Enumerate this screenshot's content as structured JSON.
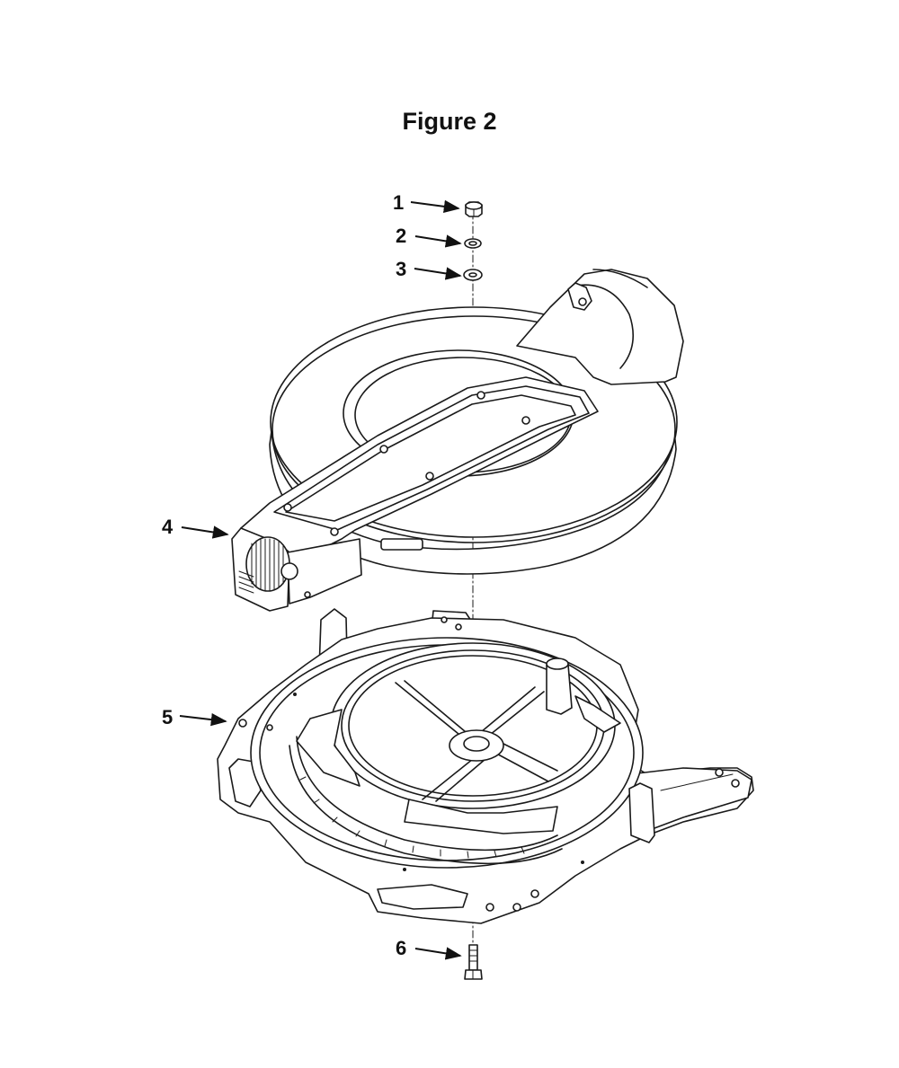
{
  "figure": {
    "title": "Figure 2"
  },
  "callouts": [
    {
      "id": 1,
      "label": "1",
      "part": "nut"
    },
    {
      "id": 2,
      "label": "2",
      "part": "washer"
    },
    {
      "id": 3,
      "label": "3",
      "part": "washer"
    },
    {
      "id": 4,
      "label": "4",
      "part": "table assembly"
    },
    {
      "id": 5,
      "label": "5",
      "part": "base"
    },
    {
      "id": 6,
      "label": "6",
      "part": "bolt"
    }
  ]
}
